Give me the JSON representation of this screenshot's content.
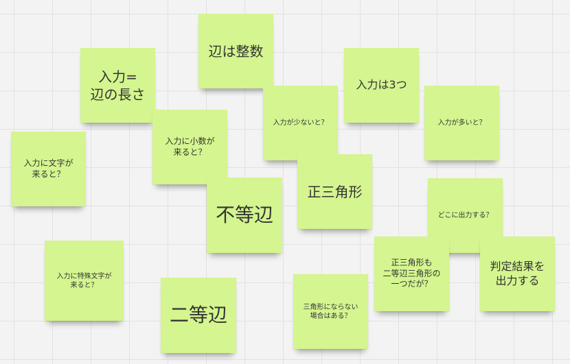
{
  "board": {
    "note_color": "#d4f58f",
    "notes": [
      {
        "name": "note-edge-integer",
        "text": "辺は整数"
      },
      {
        "name": "note-input-edge-length",
        "text": "入力=\n辺の長さ"
      },
      {
        "name": "note-input-three",
        "text": "入力は3つ"
      },
      {
        "name": "note-too-few-inputs",
        "text": "入力が少ないと？"
      },
      {
        "name": "note-too-many-inputs",
        "text": "入力が多いと？"
      },
      {
        "name": "note-decimal-input",
        "text": "入力に小数が\n来ると？"
      },
      {
        "name": "note-text-input",
        "text": "入力に文字が\n来ると？"
      },
      {
        "name": "note-scalene",
        "text": "不等辺"
      },
      {
        "name": "note-equilateral",
        "text": "正三角形"
      },
      {
        "name": "note-output-where",
        "text": "どこに出力する？"
      },
      {
        "name": "note-special-char-input",
        "text": "入力に特殊文字が\n来ると？"
      },
      {
        "name": "note-equilateral-isosceles",
        "text": "正三角形も\n二等辺三角形の\n一つだが？"
      },
      {
        "name": "note-output-result",
        "text": "判定結果を\n出力する"
      },
      {
        "name": "note-isosceles",
        "text": "二等辺"
      },
      {
        "name": "note-not-triangle",
        "text": "三角形にならない\n場合はある？"
      }
    ]
  }
}
